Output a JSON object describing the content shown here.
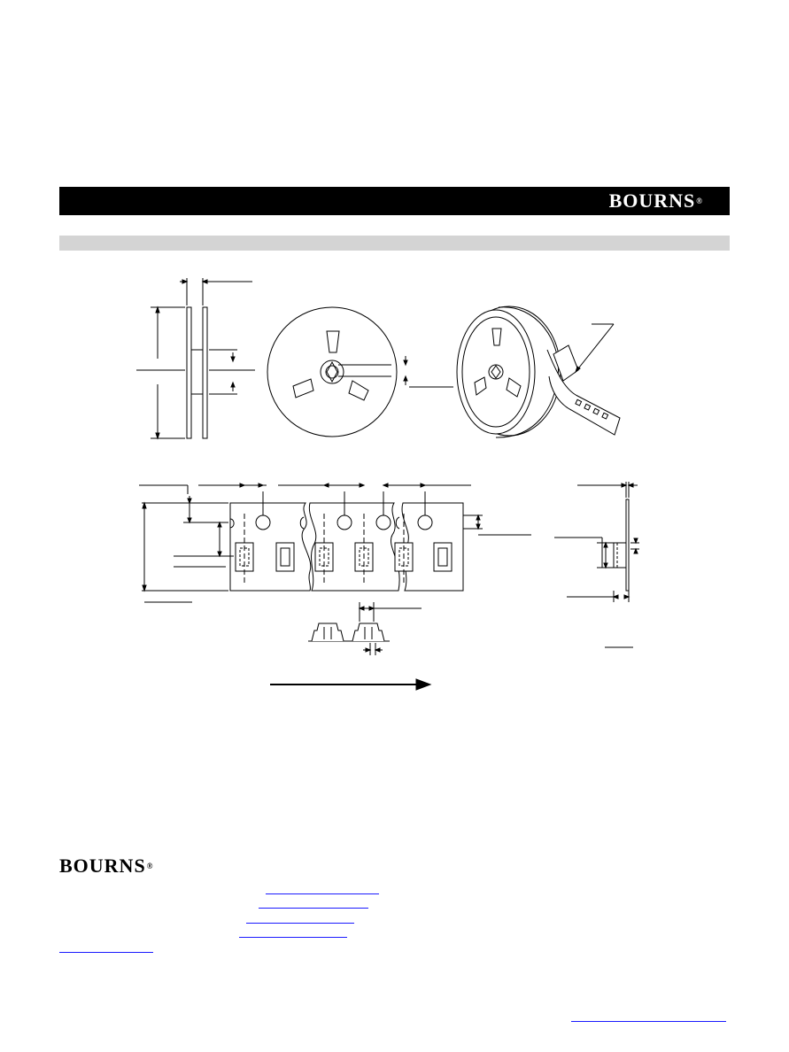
{
  "header": {
    "brand": "BOURNS",
    "reg_mark": "®"
  },
  "footer": {
    "brand": "BOURNS",
    "reg_mark": "®"
  },
  "colors": {
    "header_bar": "#000000",
    "section_band": "#d4d4d4",
    "link": "#1a1aff"
  },
  "icons": [
    "reel-side-view",
    "reel-front-view",
    "reel-perspective-view",
    "carrier-tape-diagram",
    "tape-side-profile",
    "feed-direction-arrow"
  ]
}
